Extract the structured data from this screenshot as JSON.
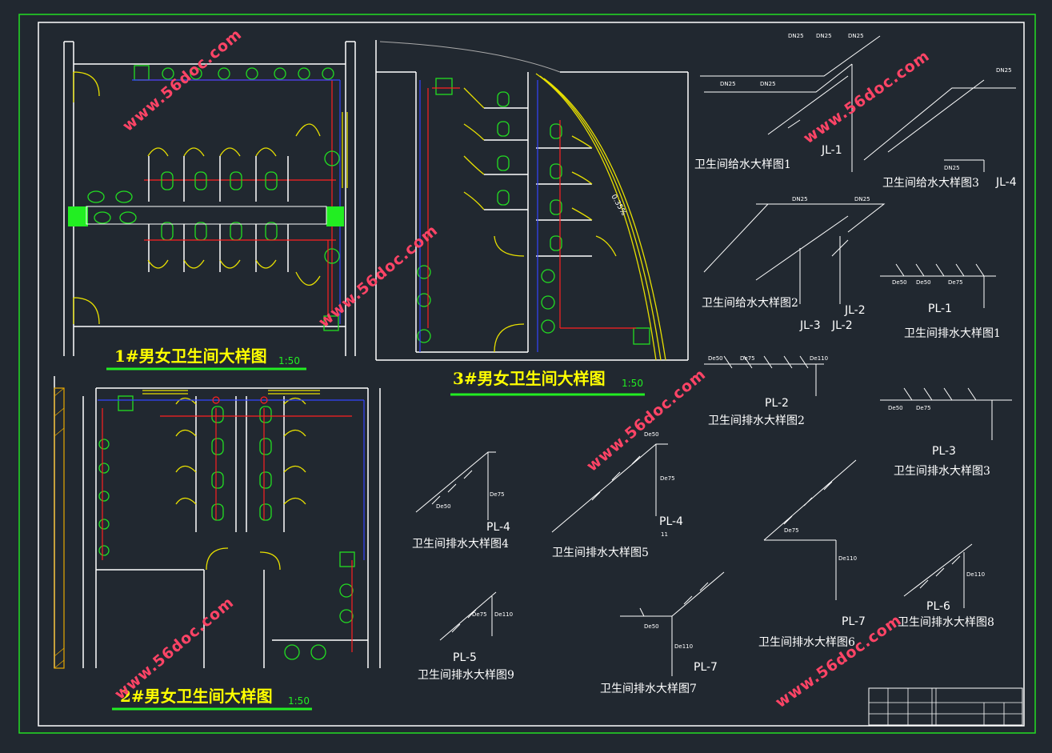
{
  "drawing": {
    "plans": [
      {
        "id": "plan1",
        "title": "1#男女卫生间大样图",
        "scale": "1:50"
      },
      {
        "id": "plan2",
        "title": "2#男女卫生间大样图",
        "scale": "1:50"
      },
      {
        "id": "plan3",
        "title": "3#男女卫生间大样图",
        "scale": "1:50"
      }
    ],
    "supply_diagrams": [
      {
        "id": "gs1",
        "caption": "卫生间给水大样图1",
        "tags": [
          "JL-1"
        ]
      },
      {
        "id": "gs2",
        "caption": "卫生间给水大样图2",
        "tags": [
          "JL-2",
          "JL-3",
          "JL-2"
        ]
      },
      {
        "id": "gs3",
        "caption": "卫生间给水大样图3",
        "tags": [
          "JL-4"
        ]
      }
    ],
    "drain_diagrams": [
      {
        "id": "ps1",
        "caption": "卫生间排水大样图1",
        "tag": "PL-1"
      },
      {
        "id": "ps2",
        "caption": "卫生间排水大样图2",
        "tag": "PL-2"
      },
      {
        "id": "ps3",
        "caption": "卫生间排水大样图3",
        "tag": "PL-3"
      },
      {
        "id": "ps4",
        "caption": "卫生间排水大样图4",
        "tag": "PL-4"
      },
      {
        "id": "ps5",
        "caption": "卫生间排水大样图5",
        "tag": "PL-4"
      },
      {
        "id": "ps6",
        "caption": "卫生间排水大样图6",
        "tag": "PL-7"
      },
      {
        "id": "ps7",
        "caption": "卫生间排水大样图7",
        "tag": "PL-7"
      },
      {
        "id": "ps8",
        "caption": "卫生间排水大样图8",
        "tag": "PL-6"
      },
      {
        "id": "ps9",
        "caption": "卫生间排水大样图9",
        "tag": "PL-5"
      }
    ],
    "pipe_sizes": {
      "supply": "DN25",
      "drain_a": "De50",
      "drain_b": "De75",
      "drain_c": "De110",
      "slope": "0.35%"
    },
    "numbers": {
      "pl4_extra": "11"
    },
    "watermark": "www.56doc.com",
    "colors": {
      "background": "#212830",
      "wall": "#ffffff",
      "fixture": "#22dd22",
      "door": "#e8e000",
      "supply": "#ff2020",
      "drain": "#3344ff"
    }
  }
}
